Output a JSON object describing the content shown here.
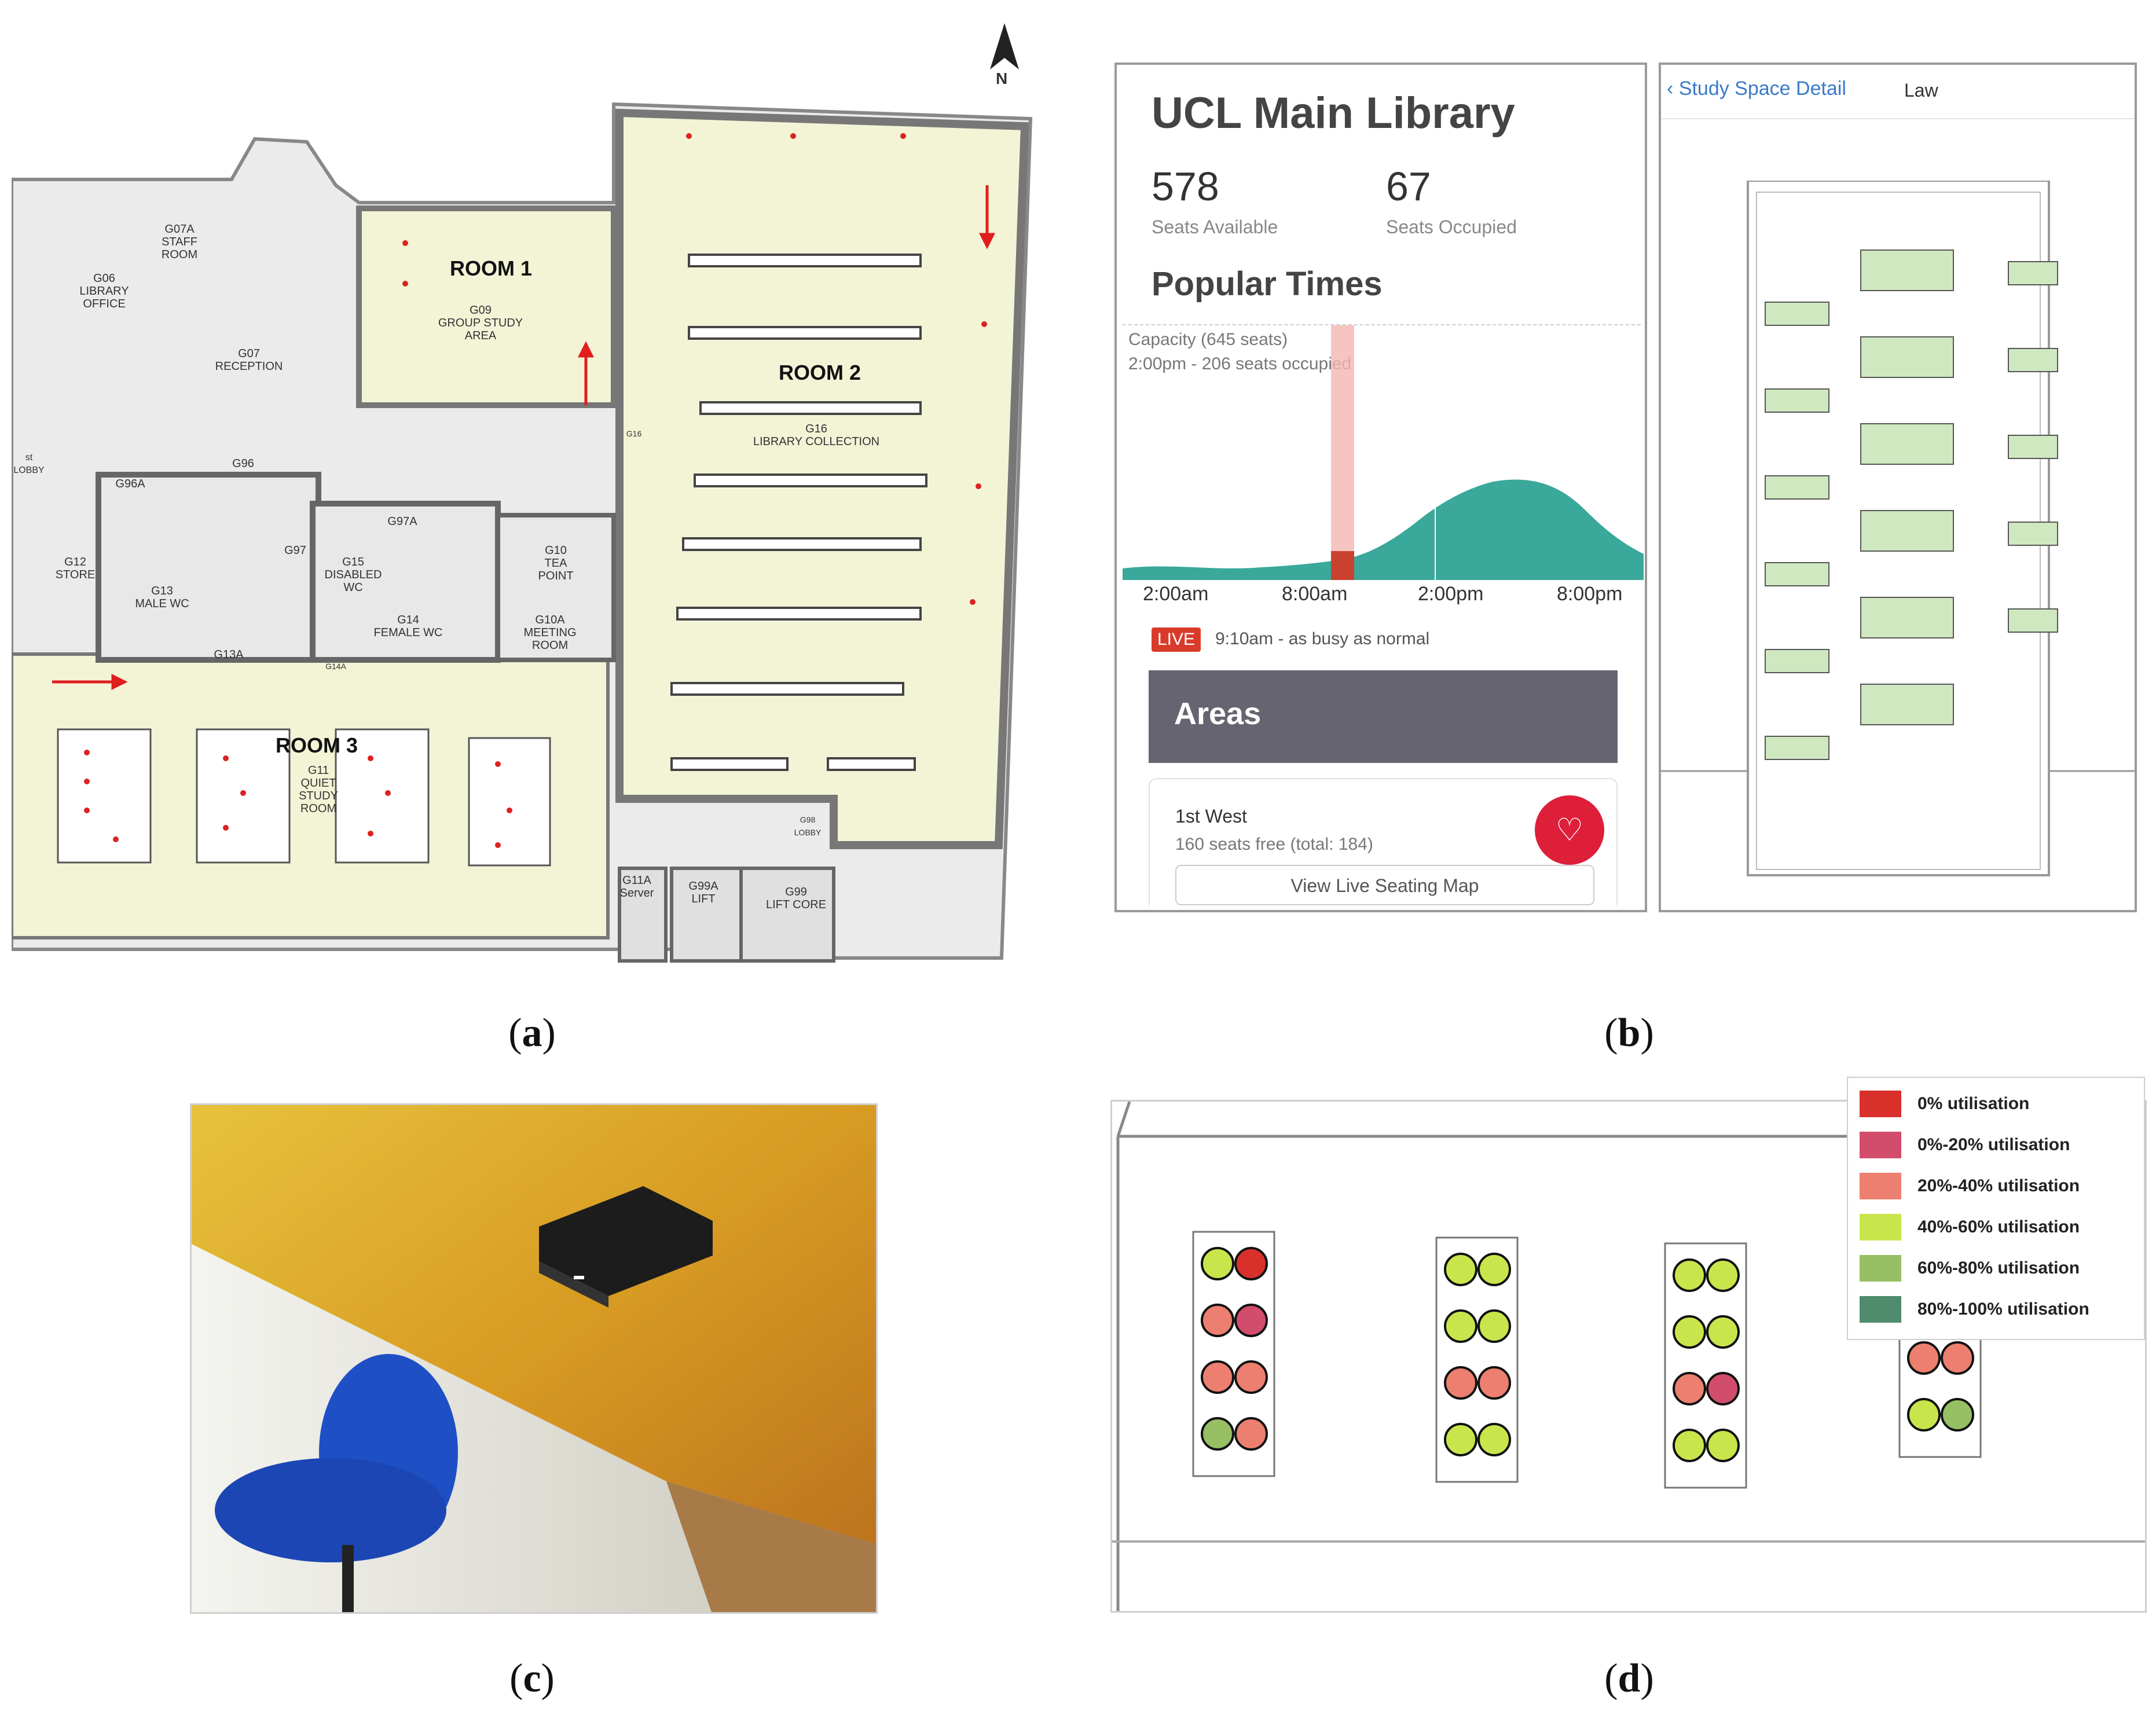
{
  "panel_a": {
    "rooms": {
      "room1": "ROOM 1",
      "room2": "ROOM 2",
      "room3": "ROOM 3"
    },
    "north": "N",
    "labels": {
      "g06": "G06\nLIBRARY\nOFFICE",
      "g07a": "G07A\nSTAFF\nROOM",
      "g07": "G07\nRECEPTION",
      "g09": "G09\nGROUP STUDY\nAREA",
      "g16": "G16\nLIBRARY COLLECTION",
      "g96": "G96",
      "g96a": "G96A",
      "g97a": "G97A",
      "g97": "G97",
      "g15": "G15\nDISABLED\nWC",
      "g12": "G12\nSTORE",
      "g13": "G13\nMALE WC",
      "g14": "G14\nFEMALE WC",
      "g10": "G10\nTEA\nPOINT",
      "g10a": "G10A\nMEETING\nROOM",
      "g13a": "G13A",
      "g14a": "G14A",
      "g11": "G11\nQUIET\nSTUDY\nROOM",
      "g11a": "G11A\nServer",
      "g99a": "G99A\nLIFT",
      "g99": "G99\nLIFT CORE",
      "g98": "G98\nLOBBY",
      "g16small": "G16",
      "lobby": "st\nLOBBY"
    }
  },
  "panel_b": {
    "title": "UCL Main Library",
    "seats_available": "578",
    "seats_available_label": "Seats Available",
    "seats_occupied": "67",
    "seats_occupied_label": "Seats Occupied",
    "popular_title": "Popular Times",
    "capacity_note": "Capacity (645 seats)",
    "time_note": "2:00pm - 206 seats occupied",
    "ticks": [
      "2:00am",
      "8:00am",
      "2:00pm",
      "8:00pm"
    ],
    "live_badge": "LIVE",
    "live_text": "9:10am - as busy as normal",
    "areas_label": "Areas",
    "area_name": "1st West",
    "area_seats": "160 seats free (total: 184)",
    "view_map_button": "View Live Seating Map",
    "detail_back": "Study Space Detail",
    "detail_location": "Law",
    "colors": {
      "chart_fill": "#3aa89a",
      "live": "#d93b2b",
      "favorite": "#dd1f3a",
      "areas_bg": "#656470"
    }
  },
  "panel_d": {
    "legend": [
      {
        "label": "0% utilisation",
        "color": "#d9302c"
      },
      {
        "label": "0%-20% utilisation",
        "color": "#d24c6b"
      },
      {
        "label": "20%-40% utilisation",
        "color": "#ec7f6f"
      },
      {
        "label": "40%-60% utilisation",
        "color": "#c8e64b"
      },
      {
        "label": "60%-80% utilisation",
        "color": "#97bf63"
      },
      {
        "label": "80%-100% utilisation",
        "color": "#4f8b6d"
      }
    ]
  },
  "captions": {
    "a": "a",
    "b": "b",
    "c": "c",
    "d": "d"
  }
}
